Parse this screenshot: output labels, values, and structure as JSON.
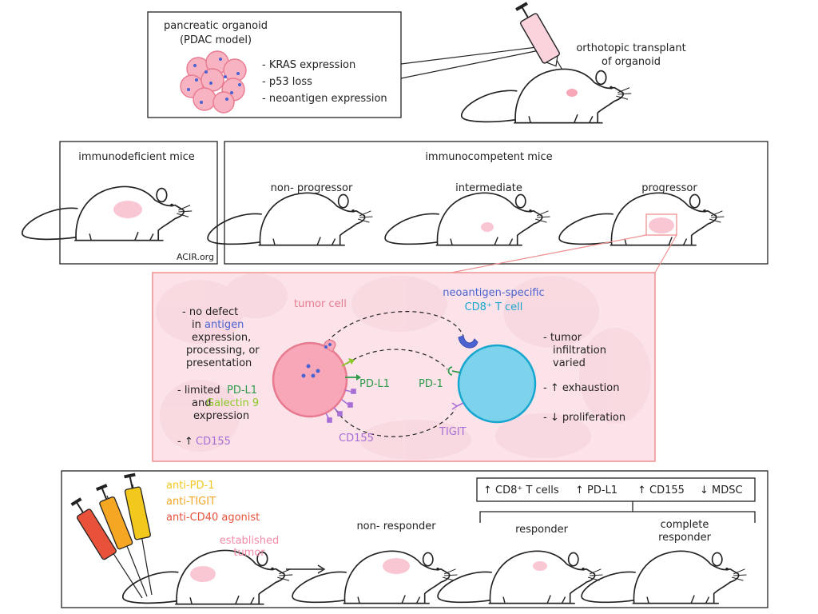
{
  "organoid": {
    "title1": "pancreatic organoid",
    "title2": "(PDAC model)",
    "features": [
      "- KRAS expression",
      "- p53 loss",
      "- neoantigen expression"
    ]
  },
  "transplant": {
    "line1": "orthotopic transplant",
    "line2": "of organoid"
  },
  "immunodeficient": {
    "label": "immunodeficient  mice",
    "credit": "ACIR.org"
  },
  "immunocompetent": {
    "label": "immunocompetent  mice",
    "groups": [
      "non- progressor",
      "intermediate",
      "progressor"
    ]
  },
  "mechanism": {
    "left_notes": {
      "n1_a": "- no defect",
      "n1_b": "in",
      "n1_antigen": "antigen",
      "n1_c": "expression,",
      "n1_d": "processing, or",
      "n1_e": "presentation",
      "n2_a": "- limited",
      "n2_pdl1": "PD-L1",
      "n2_b": "and",
      "n2_gal": "Galectin 9",
      "n2_c": "expression",
      "n3_a": "- ↑",
      "n3_cd155": "CD155"
    },
    "tumor_cell": "tumor cell",
    "tcell_line1": "neoantigen-specific",
    "tcell_line2": "CD8⁺ T cell",
    "pdl1": "PD-L1",
    "pd1": "PD-1",
    "cd155": "CD155",
    "tigit": "TIGIT",
    "right_notes": {
      "r1_a": "- tumor",
      "r1_b": "infiltration",
      "r1_c": "varied",
      "r2": "- ↑ exhaustion",
      "r3": "- ↓ proliferation"
    }
  },
  "treatment": {
    "drugs": [
      "anti-PD-1",
      "anti-TIGIT",
      "anti-CD40 agonist"
    ],
    "established_1": "established",
    "established_2": "tumor",
    "outcomes": {
      "non_responder": "non- responder",
      "responder": "responder",
      "complete_1": "complete",
      "complete_2": "responder"
    },
    "markers": [
      "↑ CD8⁺ T cells",
      "↑ PD-L1",
      "↑ CD155",
      "↓ MDSC"
    ]
  },
  "colors": {
    "tumor_fill": "#f7a7b7",
    "tumor_stroke": "#e87a90",
    "tcell_fill": "#7dd3ec",
    "tcell_stroke": "#17a6cf",
    "pdl1": "#2e9a4a",
    "galectin": "#8ac926",
    "cd155": "#a86fd6",
    "antigen_blue": "#4b63d0",
    "panel_bg": "#fbe3e9",
    "panel_border": "#ef8f90",
    "anti_pd1": "#f2c81c",
    "anti_tigit": "#f5a623",
    "anti_cd40": "#e8523a",
    "mouse_tumor": "#f9c6d3"
  }
}
